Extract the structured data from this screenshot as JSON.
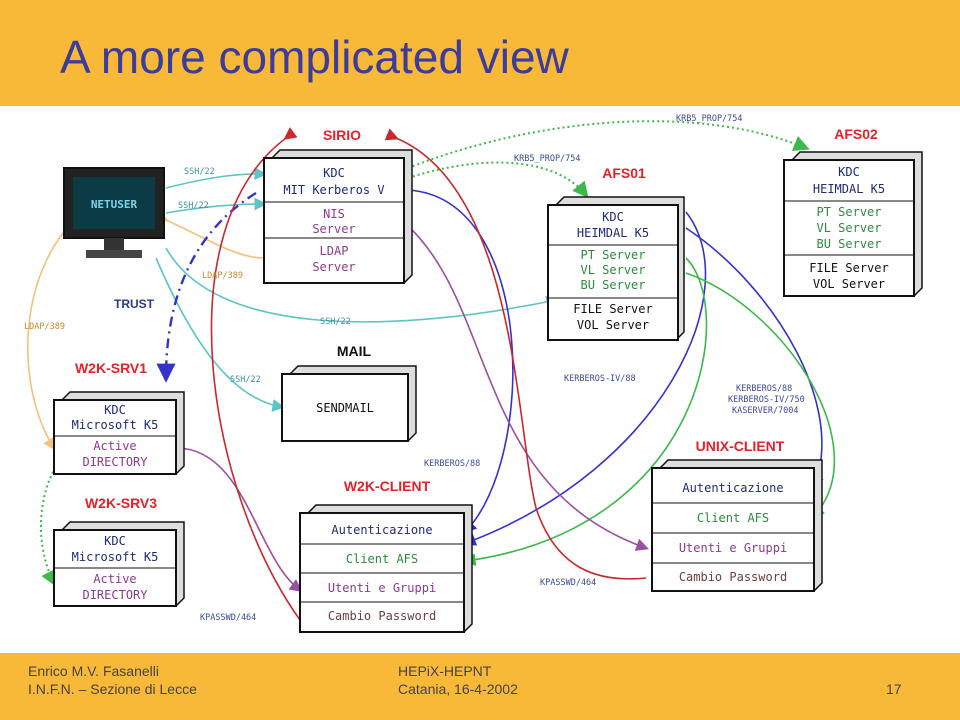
{
  "slide": {
    "title": "A more complicated view",
    "footer": {
      "author": "Enrico M.V. Fasanelli",
      "affiliation": "I.N.F.N. – Sezione di Lecce",
      "event": "HEPiX-HEPNT",
      "place_date": "Catania, 16-4-2002",
      "page": "17"
    }
  },
  "colors": {
    "band": "#F9B938",
    "title": "#3B3C9C",
    "node_name": "#E8202A",
    "kdc_text": "#1F2A7A",
    "service_text": "#8E3A8E",
    "server_text": "#1A1A1A",
    "ssh_line": "#5EC4C4",
    "ldap_line": "#F2C27A",
    "krb_line": "#3333CC",
    "prop_line": "#3DB84A",
    "purple_line": "#9B4FA0",
    "red_line": "#C8282E",
    "trust_line": "#3333CC"
  },
  "diagram": {
    "workstation": {
      "screen_text": "NETUSER"
    },
    "nodes": {
      "sirio": {
        "name": "SIRIO",
        "rows": [
          "KDC",
          "MIT Kerberos V",
          "NIS",
          "Server",
          "LDAP",
          "Server"
        ]
      },
      "afs01": {
        "name": "AFS01",
        "rows": [
          "KDC",
          "HEIMDAL K5",
          "PT Server",
          "VL Server",
          "BU Server",
          "FILE Server",
          "VOL Server"
        ]
      },
      "afs02": {
        "name": "AFS02",
        "rows": [
          "KDC",
          "HEIMDAL K5",
          "PT Server",
          "VL Server",
          "BU Server",
          "FILE Server",
          "VOL Server"
        ]
      },
      "mail": {
        "name": "MAIL",
        "rows": [
          "SENDMAIL"
        ]
      },
      "w2k_srv1": {
        "name": "W2K-SRV1",
        "rows": [
          "KDC",
          "Microsoft K5",
          "Active",
          "DIRECTORY"
        ]
      },
      "w2k_srv3": {
        "name": "W2K-SRV3",
        "rows": [
          "KDC",
          "Microsoft K5",
          "Active",
          "DIRECTORY"
        ]
      },
      "w2k_client": {
        "name": "W2K-CLIENT",
        "rows": [
          "Autenticazione",
          "Client AFS",
          "Utenti e Gruppi",
          "Cambio Password"
        ]
      },
      "unix_client": {
        "name": "UNIX-CLIENT",
        "rows": [
          "Autenticazione",
          "Client AFS",
          "Utenti e Gruppi",
          "Cambio Password"
        ]
      }
    },
    "labels": {
      "ssh1": "SSH/22",
      "ssh2": "SSH/22",
      "ssh3": "SSH/22",
      "ssh4": "SSH/22",
      "ldap389a": "LDAP/389",
      "ldap389b": "LDAP/389",
      "trust": "TRUST",
      "krb5prop1": "KRB5_PROP/754",
      "krb5prop2": "KRB5_PROP/754",
      "krbiv88": "KERBEROS-IV/88",
      "krb88_a": "KERBEROS/88",
      "krb88_b": "KERBEROS/88",
      "krbiv750": "KERBEROS-IV/750",
      "kaserver": "KASERVER/7004",
      "kpasswd1": "KPASSWD/464",
      "kpasswd2": "KPASSWD/464"
    }
  }
}
